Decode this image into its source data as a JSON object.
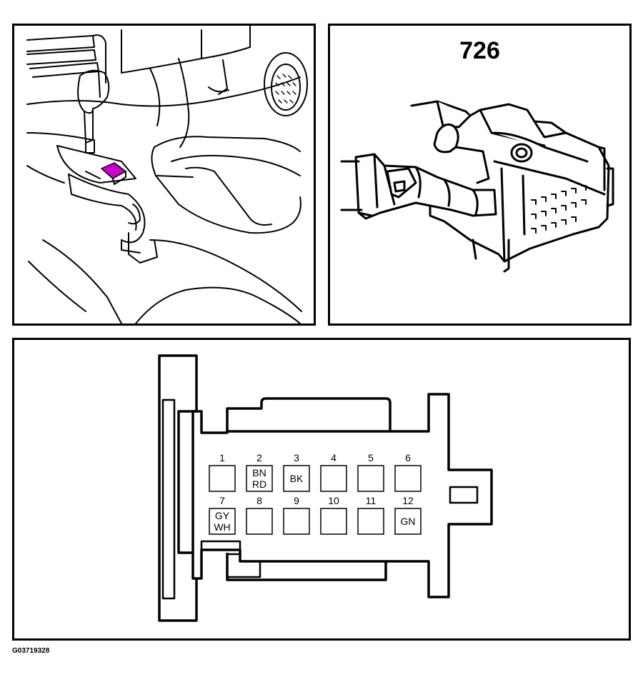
{
  "connector": {
    "number": "726",
    "highlight_color": "#cc00cc"
  },
  "pins": [
    {
      "num": "1",
      "wire": [
        "",
        ""
      ]
    },
    {
      "num": "2",
      "wire": [
        "BN",
        "RD"
      ]
    },
    {
      "num": "3",
      "wire": [
        "BK",
        ""
      ]
    },
    {
      "num": "4",
      "wire": [
        "",
        ""
      ]
    },
    {
      "num": "5",
      "wire": [
        "",
        ""
      ]
    },
    {
      "num": "6",
      "wire": [
        "",
        ""
      ]
    },
    {
      "num": "7",
      "wire": [
        "GY",
        "WH"
      ]
    },
    {
      "num": "8",
      "wire": [
        "",
        ""
      ]
    },
    {
      "num": "9",
      "wire": [
        "",
        ""
      ]
    },
    {
      "num": "10",
      "wire": [
        "",
        ""
      ]
    },
    {
      "num": "11",
      "wire": [
        "",
        ""
      ]
    },
    {
      "num": "12",
      "wire": [
        "GN",
        ""
      ]
    }
  ],
  "figure_code": "G03719328"
}
